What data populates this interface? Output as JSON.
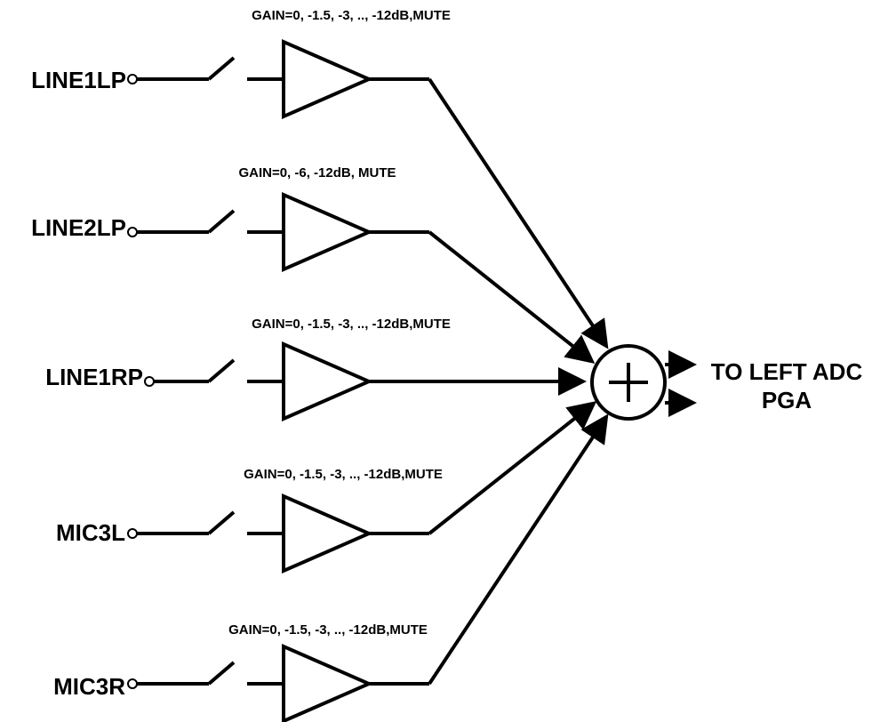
{
  "channels": [
    {
      "input": "LINE1LP",
      "gain": "GAIN=0, -1.5, -3, .., -12dB,MUTE"
    },
    {
      "input": "LINE2LP",
      "gain": "GAIN=0, -6, -12dB, MUTE"
    },
    {
      "input": "LINE1RP",
      "gain": "GAIN=0, -1.5, -3, .., -12dB,MUTE"
    },
    {
      "input": "MIC3L",
      "gain": "GAIN=0, -1.5, -3, .., -12dB,MUTE"
    },
    {
      "input": "MIC3R",
      "gain": "GAIN=0, -1.5, -3, .., -12dB,MUTE"
    }
  ],
  "output": {
    "line1": "TO LEFT ADC",
    "line2": "PGA"
  },
  "summer": {
    "symbol": "+"
  }
}
